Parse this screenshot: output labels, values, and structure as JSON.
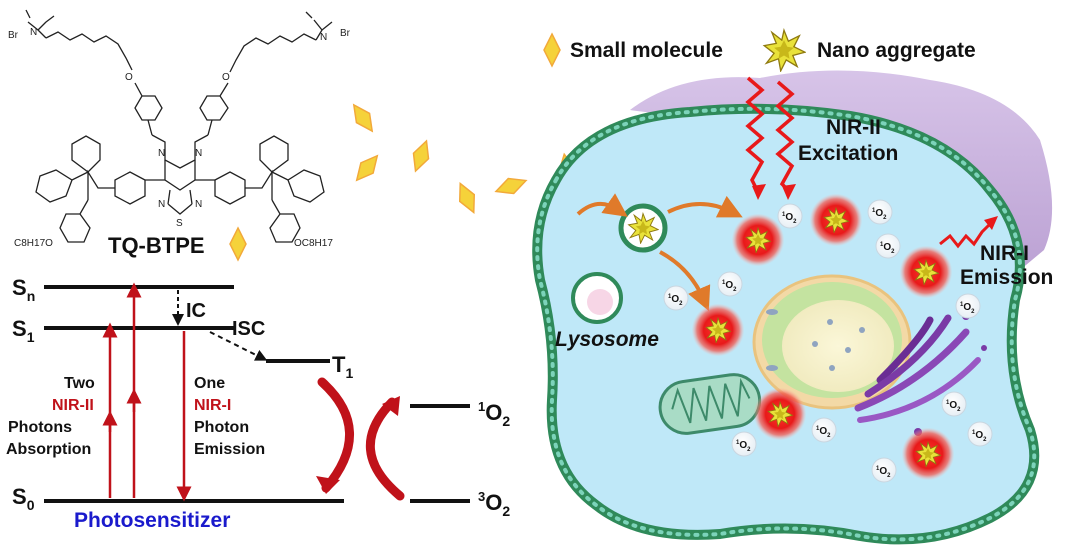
{
  "legend": {
    "small_molecule": "Small molecule",
    "nano_aggregate": "Nano aggregate"
  },
  "molecule": {
    "name": "TQ-BTPE",
    "groups": {
      "br_left": "Br",
      "n_left": "N",
      "br_right": "Br",
      "n_right": "N",
      "o_left": "O",
      "o_right": "O",
      "pyrazine_n1": "N",
      "pyrazine_n2": "N",
      "thiadiazole_n1": "N",
      "thiadiazole_n2": "N",
      "thiadiazole_s": "S",
      "alkoxy_left": "C8H17O",
      "alkoxy_right": "OC8H17"
    }
  },
  "jablonski": {
    "s_n": "S",
    "s_n_sub": "n",
    "s_1": "S",
    "s_1_sub": "1",
    "s_0": "S",
    "s_0_sub": "0",
    "t_1": "T",
    "t_1_sub": "1",
    "ic": "IC",
    "isc": "ISC",
    "absorption_lines": [
      "Two",
      "NIR-II",
      "Photons",
      "Absorption"
    ],
    "emission_lines": [
      "One",
      "NIR-I",
      "Photon",
      "Emission"
    ],
    "singlet_oxygen": "O",
    "singlet_oxygen_pre": "1",
    "singlet_oxygen_sub": "2",
    "triplet_oxygen": "O",
    "triplet_oxygen_pre": "3",
    "triplet_oxygen_sub": "2",
    "photosensitizer": "Photosensitizer"
  },
  "cell": {
    "excitation_line1": "NIR-II",
    "excitation_line2": "Excitation",
    "emission_line1": "NIR-I",
    "emission_line2": "Emission",
    "lysosome": "Lysosome",
    "ros_pre": "1",
    "ros_main": "O",
    "ros_sub": "2"
  },
  "colors": {
    "nir_red": "#c0121a",
    "level_black": "#111111",
    "photosensitizer_blue": "#1a1acc",
    "cell_blue": "#bfe8f8",
    "cell_purple": "#c9b3dd",
    "membrane_green": "#2f8a5a",
    "diamond_yellow": "#f5d23a",
    "nano_red": "#e8191a"
  }
}
